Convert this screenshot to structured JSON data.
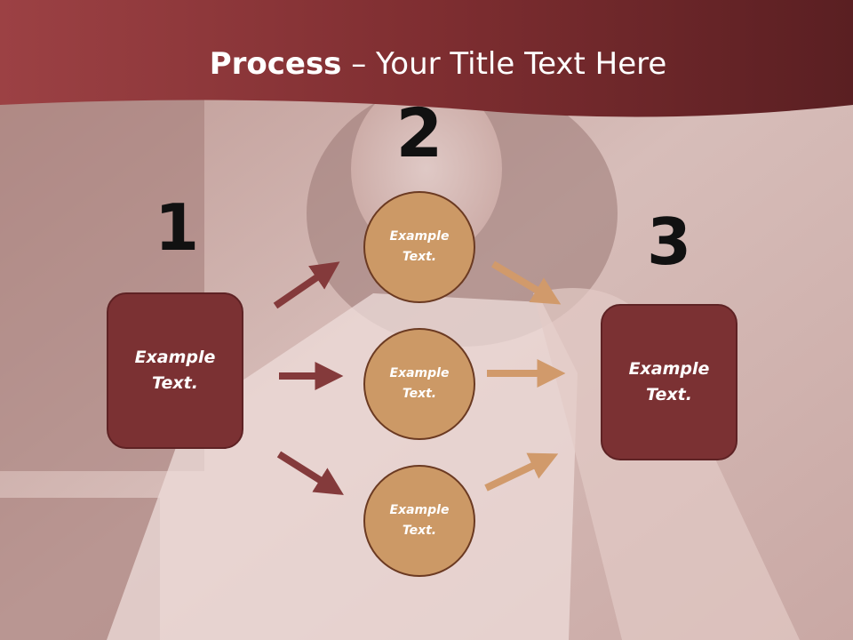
{
  "title": {
    "bold": "Process",
    "rest": " – Your Title Text Here"
  },
  "steps": [
    {
      "number": "1",
      "label": "Example\nText."
    },
    {
      "number": "2",
      "label": "Example\nText."
    },
    {
      "number": "3",
      "label": "Example\nText."
    }
  ],
  "circles": [
    {
      "label": "Example\nText."
    },
    {
      "label": "Example\nText."
    },
    {
      "label": "Example\nText."
    }
  ],
  "colors": {
    "banner": "#8c3537",
    "box": "#7b3133",
    "circle": "#cc9966",
    "arrow_left": "#843a3b",
    "arrow_right": "#d19a6b"
  }
}
